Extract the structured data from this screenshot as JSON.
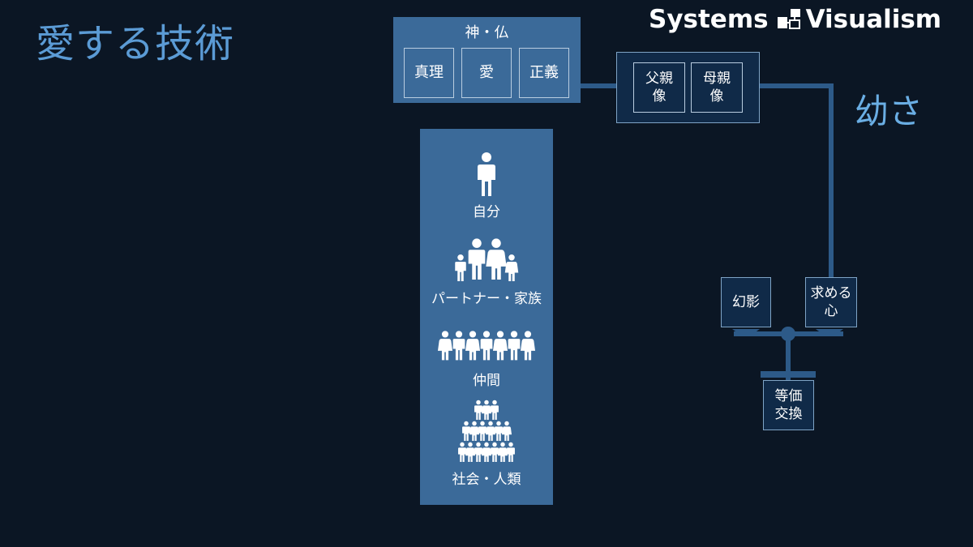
{
  "title": "愛する技術",
  "brand": {
    "left": "Systems",
    "right": "Visualism"
  },
  "youth_label": "幼さ",
  "god": {
    "label": "神・仏",
    "items": [
      "真理",
      "愛",
      "正義"
    ]
  },
  "parents": {
    "father": "父親\n像",
    "mother": "母親\n像"
  },
  "love_circles": [
    "自分",
    "パートナー・家族",
    "仲間",
    "社会・人類"
  ],
  "scale": {
    "left": "幻影",
    "right": "求める\n心",
    "base": "等価\n交換"
  },
  "colors": {
    "background": "#0b1624",
    "accent": "#5b9bd5",
    "box_fill": "#3b6a99",
    "dark_box": "#102a48",
    "line": "#2d5a88"
  }
}
